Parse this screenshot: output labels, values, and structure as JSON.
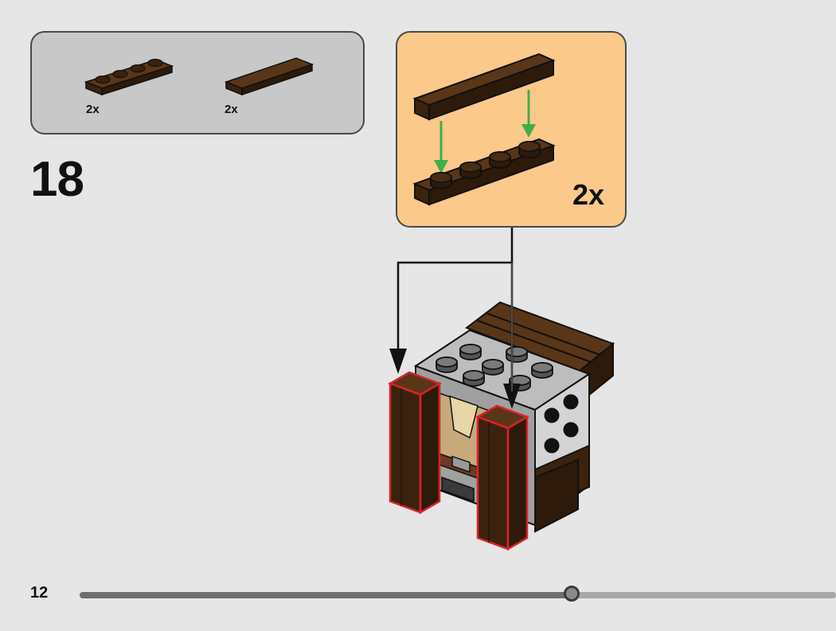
{
  "parts_list": {
    "items": [
      {
        "part": "brown-1x4-plate",
        "quantity": "2x"
      },
      {
        "part": "brown-1x4-tile",
        "quantity": "2x"
      }
    ]
  },
  "step": {
    "number": "18"
  },
  "subassembly": {
    "quantity": "2x"
  },
  "page": {
    "number": "12"
  },
  "progress": {
    "fraction": 0.65
  },
  "colors": {
    "brick_brown": "#4a2c14",
    "brick_brown_dark": "#2e1a0a",
    "callout_bg": "#fbc98a",
    "parts_bg": "#c8c8c8",
    "arrow_green": "#3fae4a",
    "highlight_red": "#d8232a",
    "progress_fill": "#6e6e6e"
  }
}
